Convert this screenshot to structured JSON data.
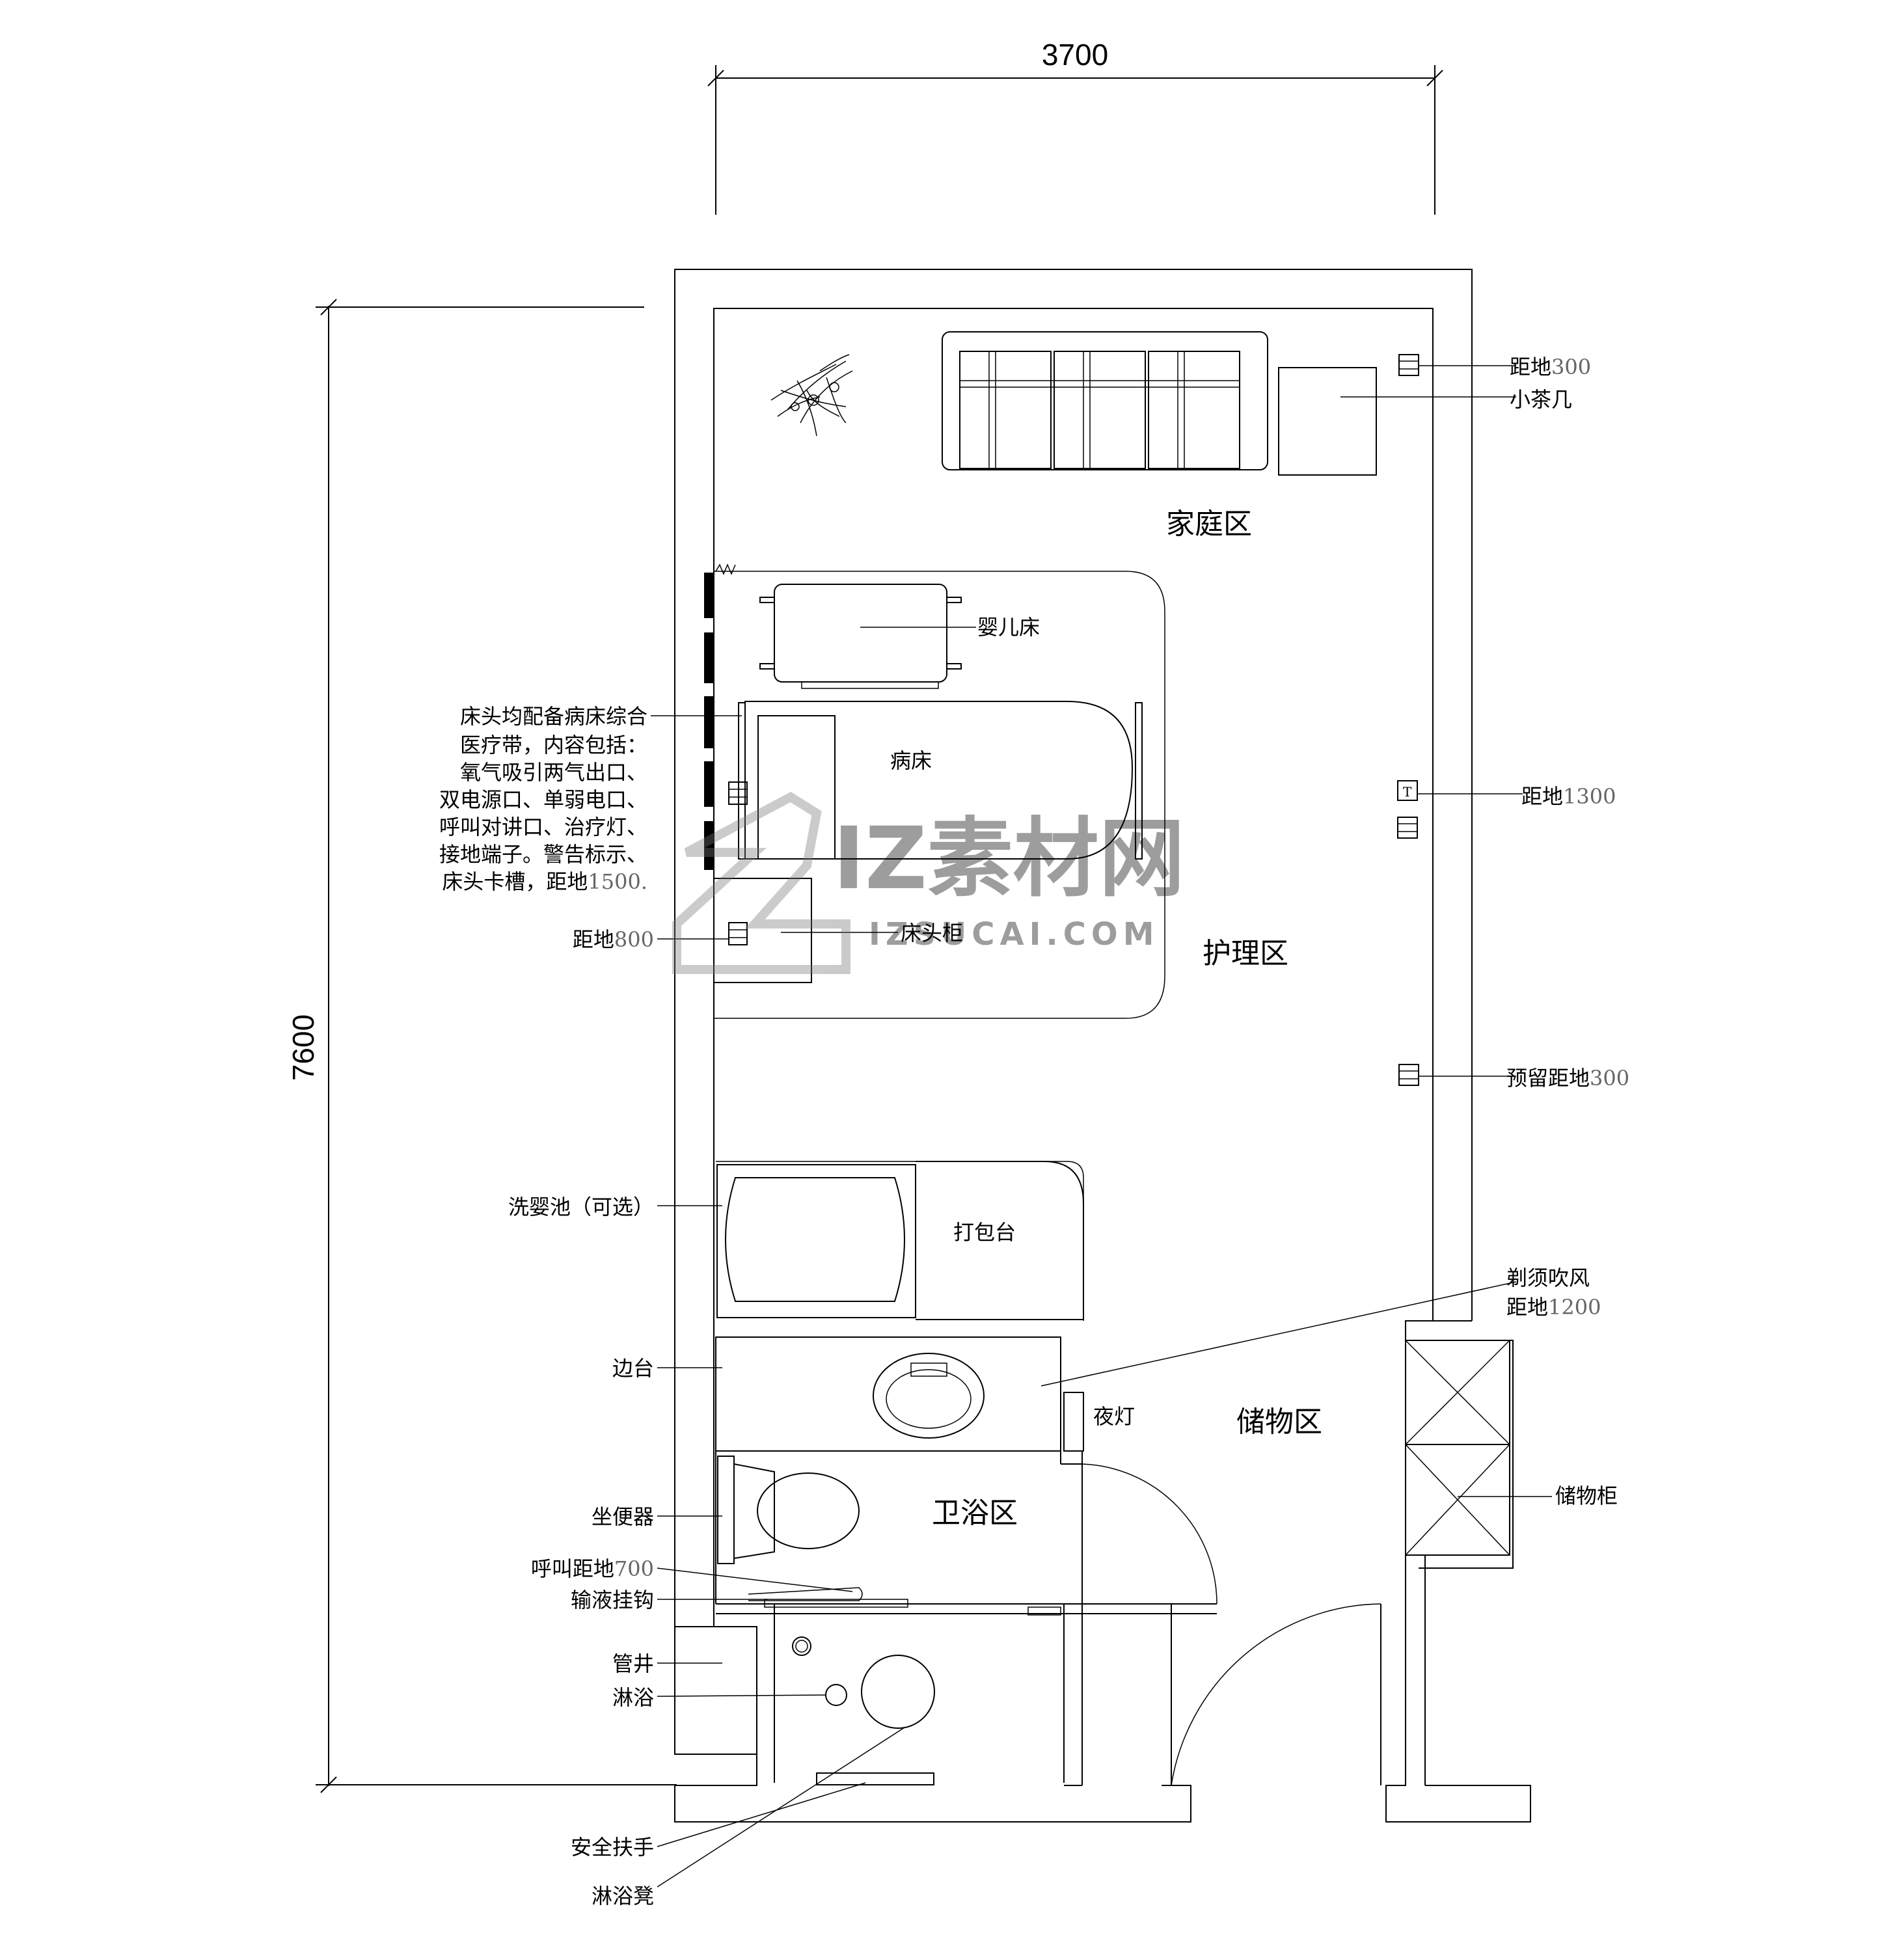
{
  "dimensions": {
    "width": "3700",
    "height": "7600"
  },
  "zones": {
    "family": "家庭区",
    "care": "护理区",
    "storage": "储物区",
    "bath": "卫浴区"
  },
  "labels": {
    "outlet_300_a": "距地",
    "outlet_300_a_num": "300",
    "tea_table": "小茶几",
    "crib": "婴儿床",
    "bed": "病床",
    "outlet_1300": "距地",
    "outlet_1300_num": "1300",
    "bedside_cabinet": "床头柜",
    "outlet_800": "距地",
    "outlet_800_num": "800",
    "reserved_300": "预留距地",
    "reserved_300_num": "300",
    "baby_bath": "洗婴池（可选）",
    "packing_table": "打包台",
    "shaver": "剃须吹风",
    "shaver_height": "距地",
    "shaver_height_num": "1200",
    "side_counter": "边台",
    "night_light": "夜灯",
    "storage_cabinet": "储物柜",
    "toilet": "坐便器",
    "call_700": "呼叫距地",
    "call_700_num": "700",
    "iv_hook": "输液挂钩",
    "pipe_shaft": "管井",
    "shower": "淋浴",
    "grab_bar": "安全扶手",
    "shower_stool": "淋浴凳"
  },
  "bed_note": {
    "lines": [
      "床头均配备病床综合",
      "医疗带，内容包括：",
      "氧气吸引两气出口、",
      "双电源口、单弱电口、",
      "呼叫对讲口、治疗灯、",
      "接地端子。警告标示、",
      "床头卡槽，距地"
    ],
    "height_num": "1500."
  },
  "watermark": {
    "brand": "IZ素材网",
    "url": "IZSUCAI.COM"
  }
}
